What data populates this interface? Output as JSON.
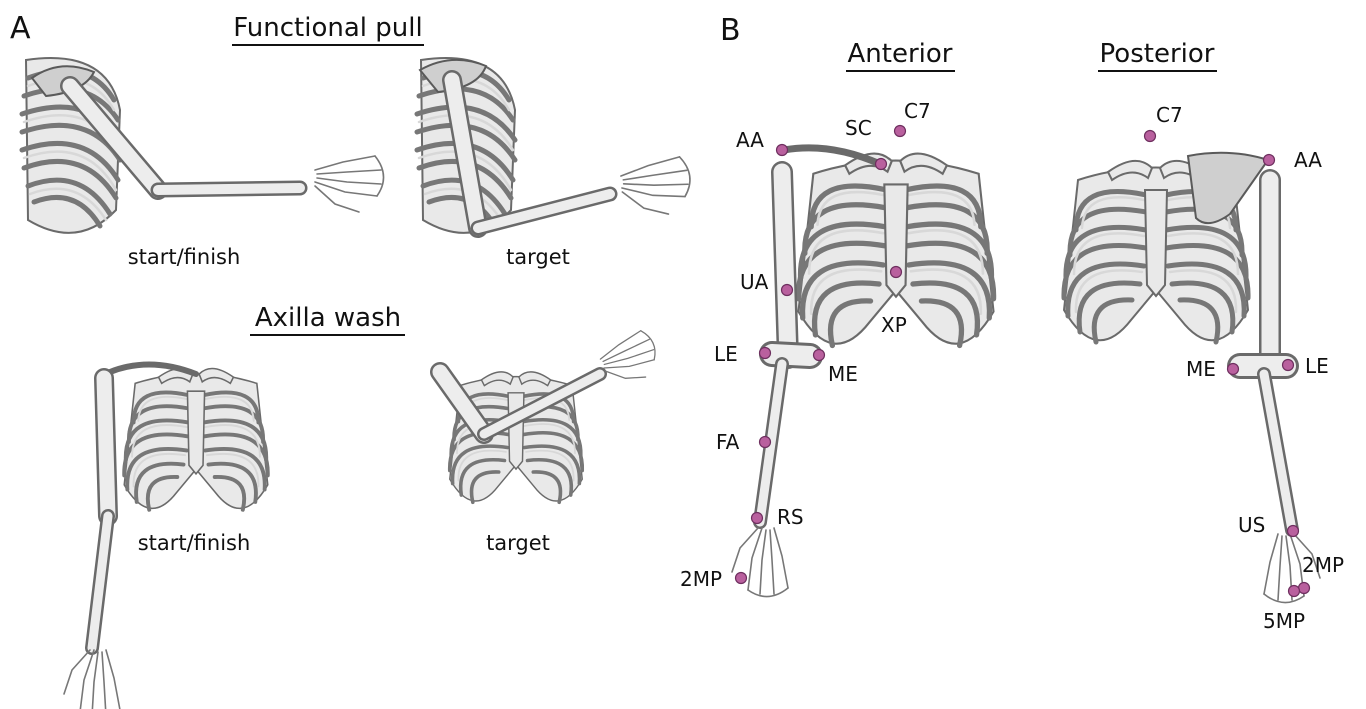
{
  "panel_a": {
    "letter": "A",
    "functional_pull": {
      "title": "Functional pull",
      "caption_left": "start/finish",
      "caption_right": "target"
    },
    "axilla_wash": {
      "title": "Axilla wash",
      "caption_left": "start/finish",
      "caption_right": "target"
    }
  },
  "panel_b": {
    "letter": "B",
    "anterior": {
      "title": "Anterior",
      "markers": {
        "aa": "AA",
        "sc": "SC",
        "c7": "C7",
        "xp": "XP",
        "ua": "UA",
        "le": "LE",
        "me": "ME",
        "fa": "FA",
        "rs": "RS",
        "mp2": "2MP"
      }
    },
    "posterior": {
      "title": "Posterior",
      "markers": {
        "c7": "C7",
        "aa": "AA",
        "me": "ME",
        "le": "LE",
        "us": "US",
        "mp2": "2MP",
        "mp5": "5MP"
      }
    }
  },
  "colors": {
    "marker": "#b9609e",
    "bone": "#e9e9e9",
    "bone_outline": "#6a6a6a"
  }
}
